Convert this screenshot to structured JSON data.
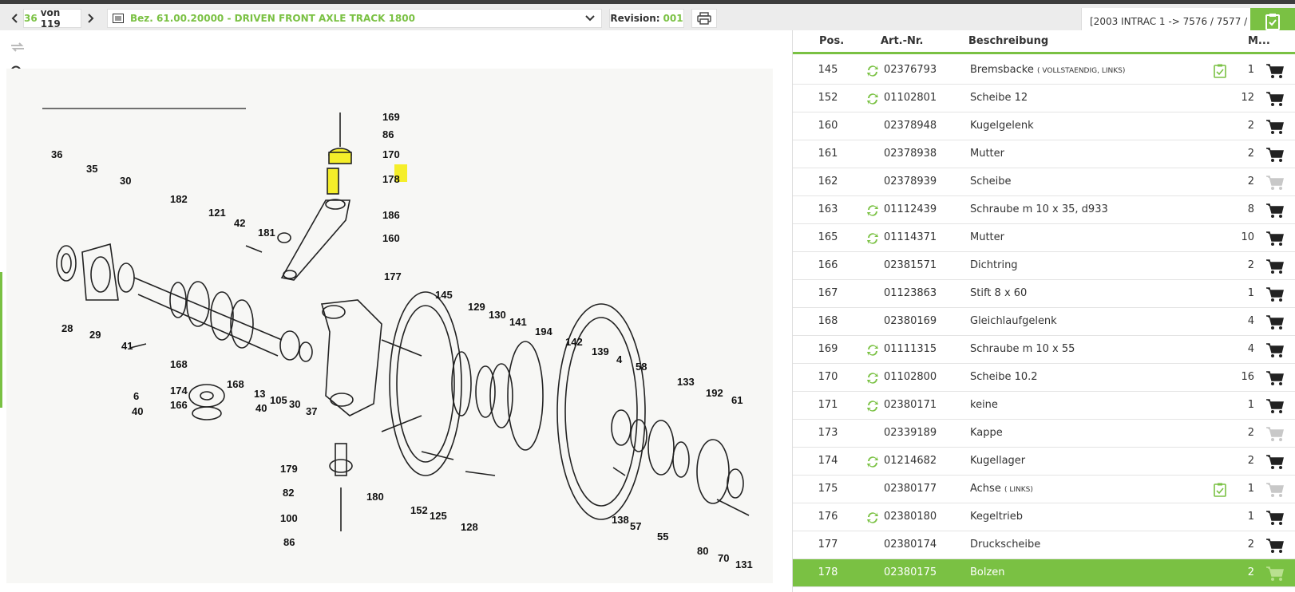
{
  "toolbar": {
    "page_current": "36",
    "page_of": "von 119",
    "document_title": "Bez. 61.00.20000 - DRIVEN FRONT AXLE TRACK 1800",
    "revision_label": "Revision:",
    "revision_value": "001",
    "context_label": "[2003 INTRAC 1 -> 7576 / 7577 / ..."
  },
  "colors": {
    "accent": "#7ac143",
    "highlight": "#f5ee2a"
  },
  "drawing": {
    "labels": [
      "169",
      "86",
      "170",
      "178",
      "186",
      "160",
      "36",
      "35",
      "30",
      "182",
      "121",
      "42",
      "181",
      "177",
      "145",
      "129",
      "130",
      "141",
      "194",
      "142",
      "139",
      "4",
      "58",
      "133",
      "192",
      "61",
      "28",
      "29",
      "41",
      "168",
      "168",
      "6",
      "40",
      "174",
      "166",
      "40",
      "13",
      "105",
      "30",
      "37",
      "179",
      "82",
      "100",
      "86",
      "180",
      "152",
      "125",
      "128",
      "138",
      "57",
      "55",
      "80",
      "70",
      "131"
    ]
  },
  "table": {
    "headers": {
      "pos": "Pos.",
      "art": "Art.-Nr.",
      "desc": "Beschreibung",
      "qty": "M..."
    },
    "rows": [
      {
        "pos": "145",
        "art": "02376793",
        "desc": "Bremsbacke",
        "note": "( VOLLSTAENDIG, LINKS)",
        "qty": "1",
        "sync": true,
        "notice": true,
        "cart": true
      },
      {
        "pos": "152",
        "art": "01102801",
        "desc": "Scheibe 12",
        "note": "",
        "qty": "12",
        "sync": true,
        "notice": false,
        "cart": true
      },
      {
        "pos": "160",
        "art": "02378948",
        "desc": "Kugelgelenk",
        "note": "",
        "qty": "2",
        "sync": false,
        "notice": false,
        "cart": true
      },
      {
        "pos": "161",
        "art": "02378938",
        "desc": "Mutter",
        "note": "",
        "qty": "2",
        "sync": false,
        "notice": false,
        "cart": true
      },
      {
        "pos": "162",
        "art": "02378939",
        "desc": "Scheibe",
        "note": "",
        "qty": "2",
        "sync": false,
        "notice": false,
        "cart": false
      },
      {
        "pos": "163",
        "art": "01112439",
        "desc": "Schraube m 10 x 35, d933",
        "note": "",
        "qty": "8",
        "sync": true,
        "notice": false,
        "cart": true
      },
      {
        "pos": "165",
        "art": "01114371",
        "desc": "Mutter",
        "note": "",
        "qty": "10",
        "sync": true,
        "notice": false,
        "cart": true
      },
      {
        "pos": "166",
        "art": "02381571",
        "desc": "Dichtring",
        "note": "",
        "qty": "2",
        "sync": false,
        "notice": false,
        "cart": true
      },
      {
        "pos": "167",
        "art": "01123863",
        "desc": "Stift 8 x 60",
        "note": "",
        "qty": "1",
        "sync": false,
        "notice": false,
        "cart": true
      },
      {
        "pos": "168",
        "art": "02380169",
        "desc": "Gleichlaufgelenk",
        "note": "",
        "qty": "4",
        "sync": false,
        "notice": false,
        "cart": true
      },
      {
        "pos": "169",
        "art": "01111315",
        "desc": "Schraube m 10 x 55",
        "note": "",
        "qty": "4",
        "sync": true,
        "notice": false,
        "cart": true
      },
      {
        "pos": "170",
        "art": "01102800",
        "desc": "Scheibe 10.2",
        "note": "",
        "qty": "16",
        "sync": true,
        "notice": false,
        "cart": true
      },
      {
        "pos": "171",
        "art": "02380171",
        "desc": "keine",
        "note": "",
        "qty": "1",
        "sync": true,
        "notice": false,
        "cart": true
      },
      {
        "pos": "173",
        "art": "02339189",
        "desc": "Kappe",
        "note": "",
        "qty": "2",
        "sync": false,
        "notice": false,
        "cart": false
      },
      {
        "pos": "174",
        "art": "01214682",
        "desc": "Kugellager",
        "note": "",
        "qty": "2",
        "sync": true,
        "notice": false,
        "cart": true
      },
      {
        "pos": "175",
        "art": "02380177",
        "desc": "Achse",
        "note": "( LINKS)",
        "qty": "1",
        "sync": false,
        "notice": true,
        "cart": false
      },
      {
        "pos": "176",
        "art": "02380180",
        "desc": "Kegeltrieb",
        "note": "",
        "qty": "1",
        "sync": true,
        "notice": false,
        "cart": true
      },
      {
        "pos": "177",
        "art": "02380174",
        "desc": "Druckscheibe",
        "note": "",
        "qty": "2",
        "sync": false,
        "notice": false,
        "cart": true
      },
      {
        "pos": "178",
        "art": "02380175",
        "desc": "Bolzen",
        "note": "",
        "qty": "2",
        "sync": false,
        "notice": false,
        "cart": false,
        "selected": true
      }
    ]
  }
}
